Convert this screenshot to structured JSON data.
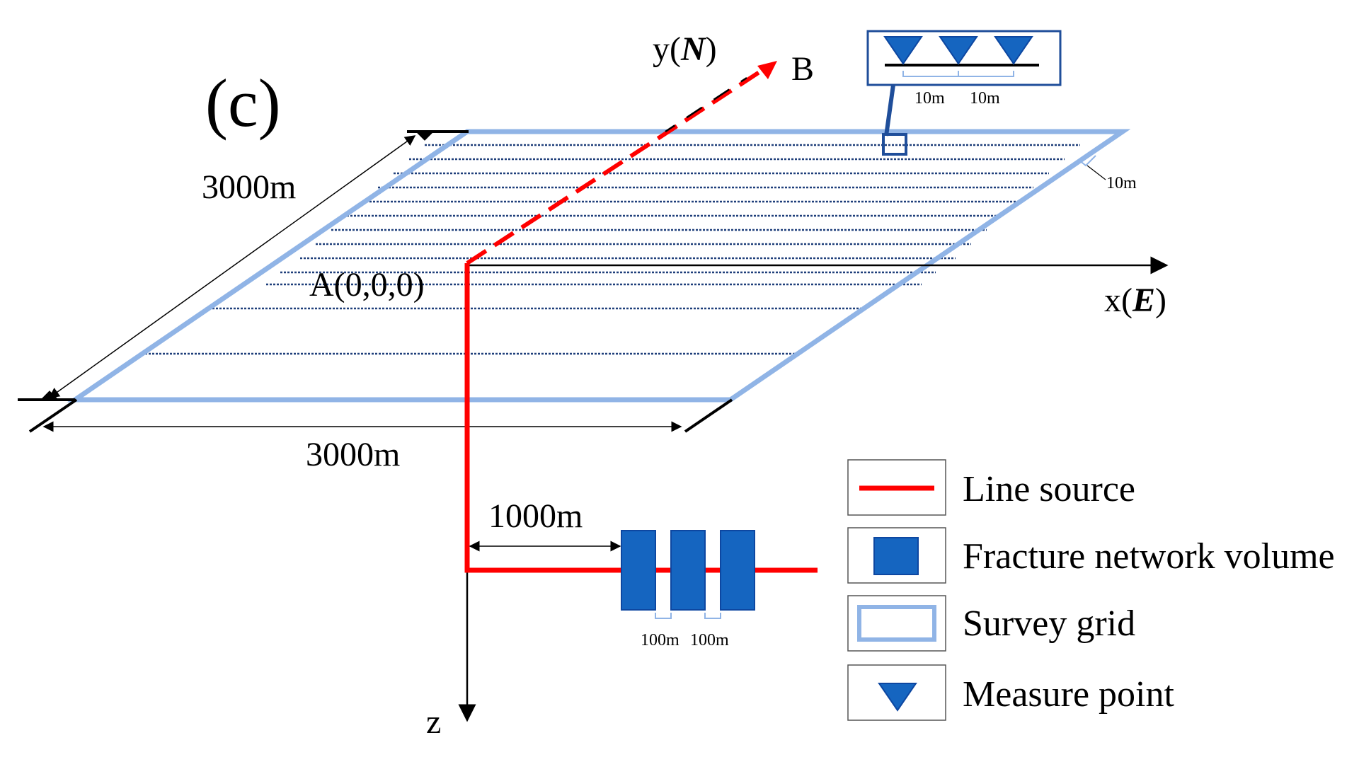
{
  "panel_label": "(c)",
  "axes": {
    "x_text": "x(",
    "x_letter": "E",
    "x_close": ")",
    "y_text": "y(",
    "y_letter": "N",
    "y_close": ")",
    "z_label": "z"
  },
  "points": {
    "origin": "A(0,0,0)",
    "end": "B"
  },
  "dimensions": {
    "grid_depth": "3000m",
    "grid_width": "3000m",
    "line_spacing": "10m",
    "point_spacing_1": "10m",
    "point_spacing_2": "10m",
    "offset": "1000m",
    "volume_gap_1": "100m",
    "volume_gap_2": "100m"
  },
  "legend": [
    {
      "label": "Line source",
      "icon": "red-line"
    },
    {
      "label": "Fracture network volume",
      "icon": "blue-square"
    },
    {
      "label": "Survey grid",
      "icon": "light-blue-rectangle"
    },
    {
      "label": "Measure point",
      "icon": "blue-triangle"
    }
  ],
  "colors": {
    "line_source": "#ff0000",
    "fracture_volume": "#1565c0",
    "survey_grid": "#90b4e6",
    "survey_lines": "#1f3f7a",
    "measure_point": "#1565c0",
    "axis": "#000000"
  }
}
